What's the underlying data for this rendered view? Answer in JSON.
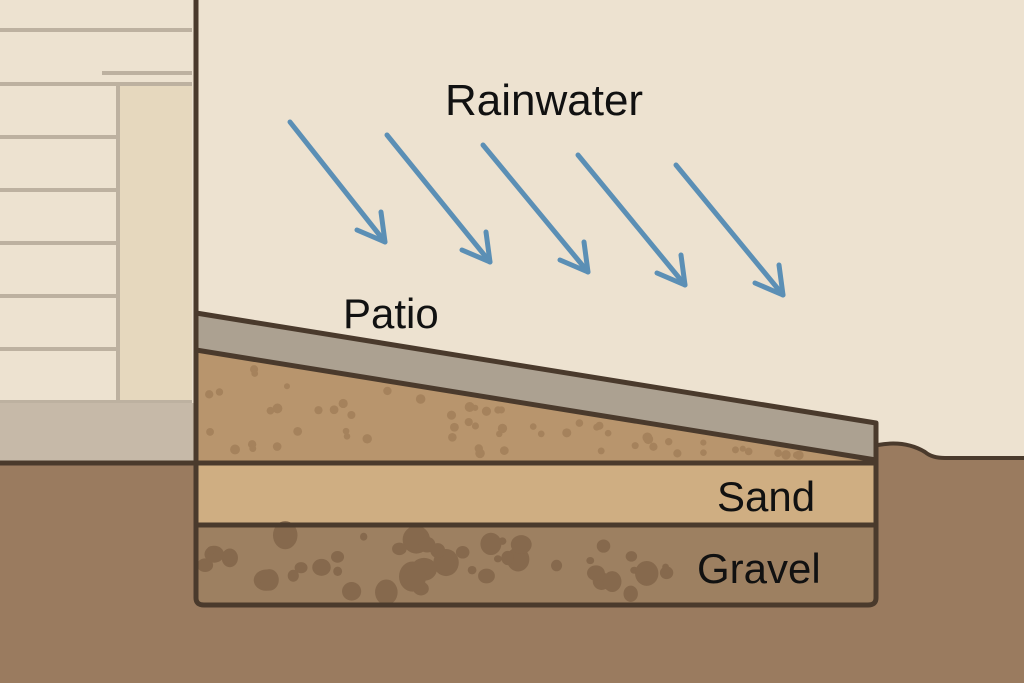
{
  "labels": {
    "rainwater": "Rainwater",
    "patio": "Patio",
    "sand": "Sand",
    "gravel": "Gravel"
  },
  "colors": {
    "sky": "#ede2d0",
    "siding_line": "#bdb1a0",
    "foundation": "#c6b9a8",
    "outline": "#4a3a2c",
    "patio_slab": "#aca191",
    "base_layer": "#b8956d",
    "sand": "#cfae82",
    "gravel": "#9d8061",
    "soil": "#9a7b5f",
    "rain_arrow": "#5b8fb5"
  }
}
